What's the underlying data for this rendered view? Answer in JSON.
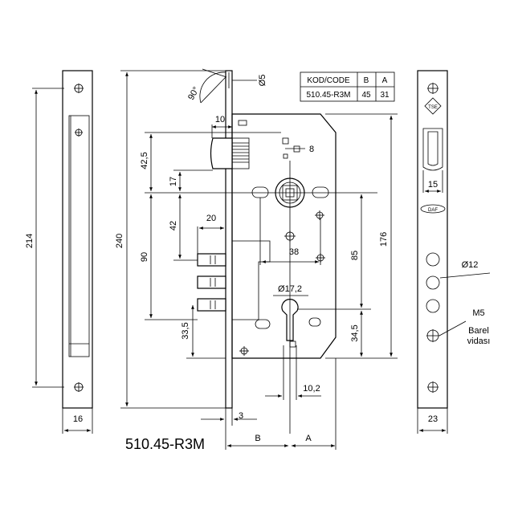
{
  "table": {
    "headers": [
      "KOD/CODE",
      "B",
      "A"
    ],
    "row": [
      "510.45-R3M",
      "45",
      "31"
    ]
  },
  "model_label": "510.45-R3M",
  "dimensions": {
    "d214": "214",
    "d16": "16",
    "d240": "240",
    "d90deg": "90°",
    "d5": "Ø5",
    "d10": "10",
    "d42_5": "42,5",
    "d17": "17",
    "d8": "8",
    "d42": "42",
    "d20": "20",
    "d90": "90",
    "d38": "38",
    "d85": "85",
    "d176": "176",
    "d17_2": "Ø17,2",
    "d33_5": "33,5",
    "d34_5": "34,5",
    "d10_2": "10,2",
    "d3": "3",
    "dB": "B",
    "dA": "A",
    "d15": "15",
    "d12": "Ø12",
    "dM5": "M5",
    "barel1": "Barel",
    "barel2": "vidası",
    "d23": "23"
  },
  "logos": {
    "tse": "TSE",
    "brand": "DAF"
  }
}
